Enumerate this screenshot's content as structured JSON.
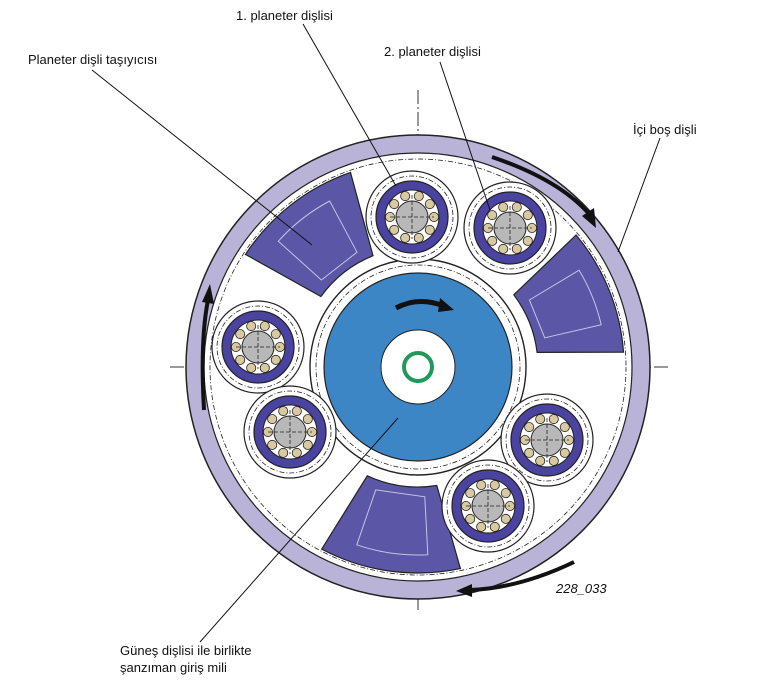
{
  "labels": {
    "planet_gear_1": "1. planeter dişlisi",
    "planet_gear_2": "2. planeter dişlisi",
    "planet_carrier": "Planeter dişli taşıyıcısı",
    "ring_gear": "İçi boş dişli",
    "sun_gear_line1": "Güneş dişlisi ile birlikte",
    "sun_gear_line2": "şanzıman giriş mili"
  },
  "figure_id": "228_033",
  "colors": {
    "ring": "#b9b3d8",
    "carrier": "#5b57a6",
    "carrier_light": "#c7c3e6",
    "sun": "#3d86c6",
    "shaft": "#1f9a5a",
    "planet_ring": "#4a43a0",
    "bearing_ball": "#d9c9a0",
    "hub": "#b8b8b8",
    "line": "#111111"
  }
}
